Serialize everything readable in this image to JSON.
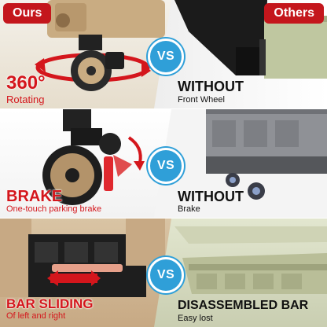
{
  "header": {
    "left_badge": "Ours",
    "right_badge": "Others"
  },
  "vs_label": "VS",
  "rows": [
    {
      "feature_title": "360°",
      "feature_sub": "Rotating",
      "compare_title": "WITHOUT",
      "compare_sub": "Front Wheel"
    },
    {
      "feature_title": "BRAKE",
      "feature_sub": "One-touch parking brake",
      "compare_title": "WITHOUT",
      "compare_sub": "Brake"
    },
    {
      "feature_title": "BAR SLIDING",
      "feature_sub": "Of left and right",
      "compare_title": "DISASSEMBLED BAR",
      "compare_sub": "Easy lost"
    }
  ],
  "colors": {
    "accent_red": "#d4161c",
    "vs_blue": "#2f9fd8",
    "ours_tan": "#c9ac82",
    "others_black": "#1d1d1d"
  }
}
